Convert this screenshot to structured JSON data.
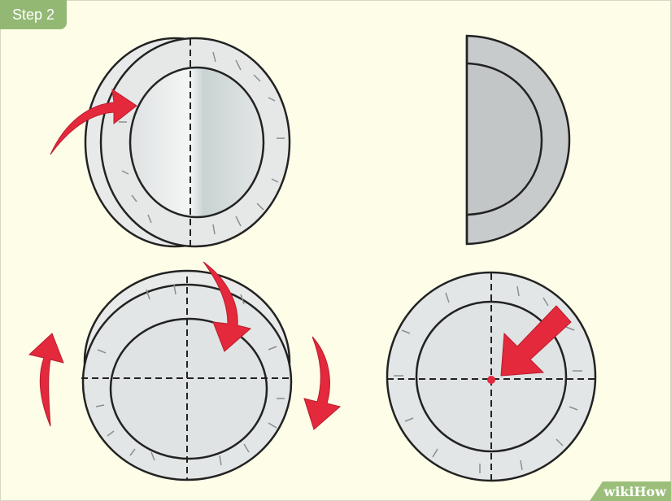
{
  "step": {
    "label": "Step 2"
  },
  "brand": {
    "part1": "wiki",
    "part2": "How"
  },
  "colors": {
    "background": "#fefde8",
    "badge": "#93b874",
    "plate": "#e3e6e6",
    "plate_rim": "#eceeee",
    "outline": "#222222",
    "arrow": "#e3293b",
    "half_plate": "#c8cbcc"
  },
  "panels": [
    {
      "id": "fold-plate",
      "arrow": "fold-arrow"
    },
    {
      "id": "folded-half-plate"
    },
    {
      "id": "rotate-and-fold-plate",
      "arrows": [
        "rotate-arrow-left",
        "rotate-arrow-top",
        "rotate-arrow-right"
      ]
    },
    {
      "id": "center-point-plate",
      "arrow": "center-pointer-arrow"
    }
  ]
}
